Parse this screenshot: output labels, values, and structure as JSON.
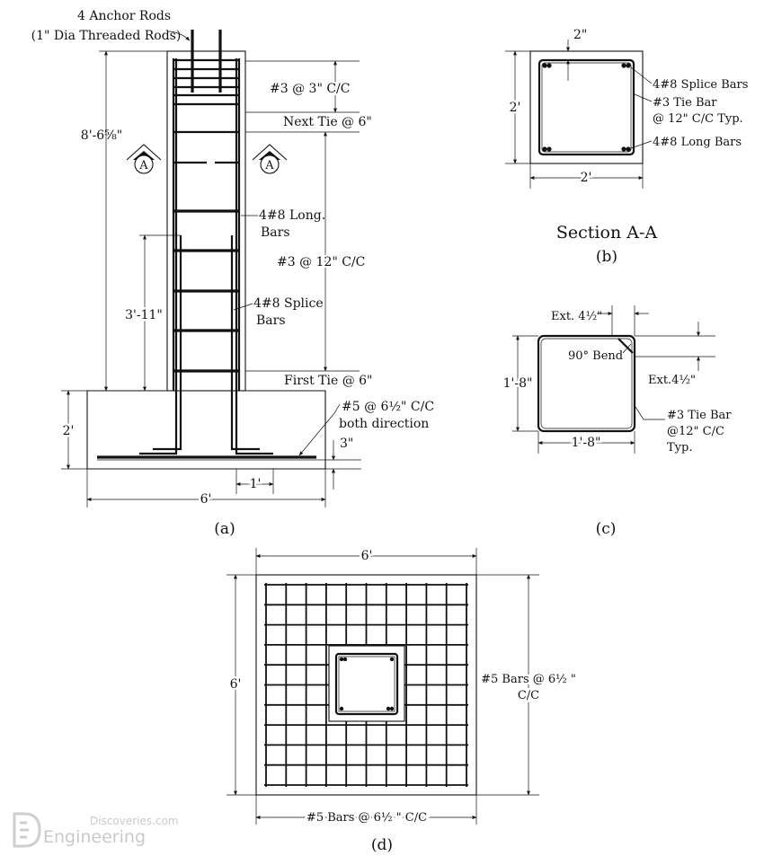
{
  "panel_a": {
    "anchor_rods_line1": "4 Anchor Rods",
    "anchor_rods_line2": "(1\" Dia Threaded Rods)",
    "height_dim": "8'-6⅝\"",
    "tie_top": "#3 @ 3\" C/C",
    "next_tie": "Next Tie @ 6\"",
    "section_marker": "A",
    "long_bars_line1": "4#8 Long.",
    "long_bars_line2": "Bars",
    "tie_mid": "#3 @ 12\" C/C",
    "splice_dim": "3'-11\"",
    "splice_bars_line1": "4#8 Splice",
    "splice_bars_line2": "Bars",
    "first_tie": "First Tie @ 6\"",
    "footing_bars_line1": "#5 @ 6½\" C/C",
    "footing_bars_line2": "both direction",
    "footing_depth": "2'",
    "cover_dim": "3\"",
    "one_ft_dim": "1'",
    "footing_width": "6'",
    "caption": "(a)"
  },
  "panel_b": {
    "top_dim": "2\"",
    "side_dim": "2'",
    "bottom_dim": "2'",
    "splice_bars": "4#8 Splice Bars",
    "tie_bar_line1": "#3 Tie Bar",
    "tie_bar_line2": "@ 12\" C/C Typ.",
    "long_bars": "4#8 Long Bars",
    "section_title": "Section A-A",
    "caption": "(b)"
  },
  "panel_c": {
    "ext_top": "Ext. 4½\"",
    "bend": "90° Bend",
    "ext_right": "Ext.4½\"",
    "side_dim": "1'-8\"",
    "bottom_dim": "1'-8\"",
    "tie_bar_line1": "#3 Tie Bar",
    "tie_bar_line2": "@12\" C/C",
    "tie_bar_line3": "Typ.",
    "caption": "(c)"
  },
  "panel_d": {
    "top_dim": "6'",
    "left_dim": "6'",
    "right_label_line1": "#5 Bars @ 6½ \"",
    "right_label_line2": "C/C",
    "bottom_label": "#5 Bars @ 6½ \" C/C",
    "caption": "(d)"
  },
  "watermark": {
    "line1": "Discoveries.com",
    "line2": "Engineering"
  }
}
